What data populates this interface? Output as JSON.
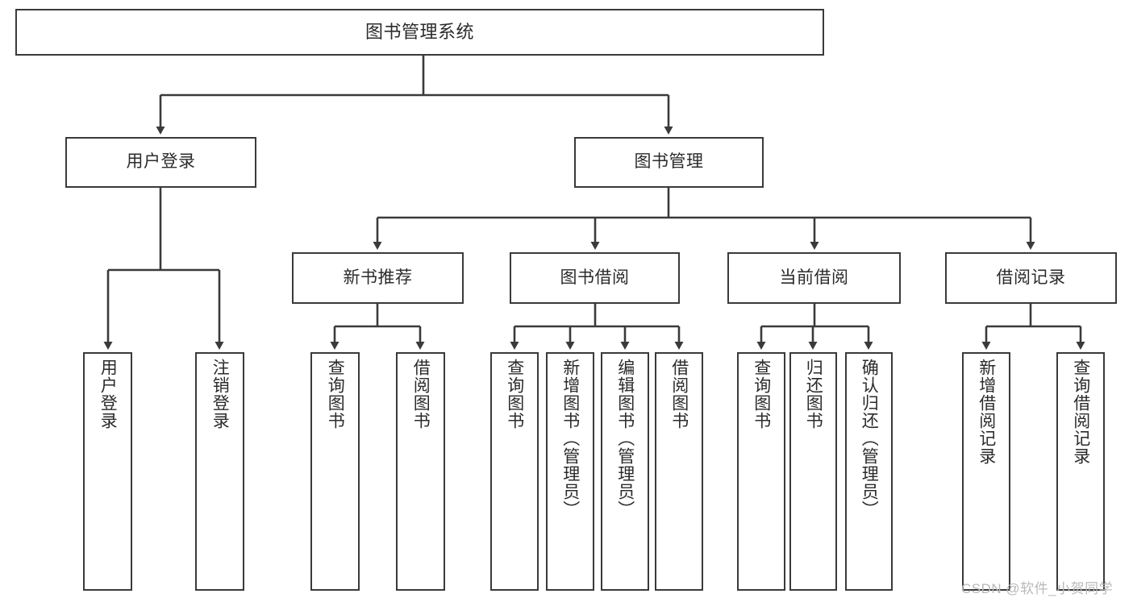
{
  "diagram": {
    "title": "图书管理系统",
    "root": {
      "label": "图书管理系统"
    },
    "level1": [
      {
        "label": "用户登录"
      },
      {
        "label": "图书管理"
      }
    ],
    "level2": [
      {
        "label": "新书推荐"
      },
      {
        "label": "图书借阅"
      },
      {
        "label": "当前借阅"
      },
      {
        "label": "借阅记录"
      }
    ],
    "leaves": [
      {
        "label": "用户登录"
      },
      {
        "label": "注销登录"
      },
      {
        "label": "查询图书"
      },
      {
        "label": "借阅图书"
      },
      {
        "label": "查询图书"
      },
      {
        "label": "新增图书（管理员）"
      },
      {
        "label": "编辑图书（管理员）"
      },
      {
        "label": "借阅图书"
      },
      {
        "label": "查询图书"
      },
      {
        "label": "归还图书"
      },
      {
        "label": "确认归还（管理员）"
      },
      {
        "label": "新增借阅记录"
      },
      {
        "label": "查询借阅记录"
      }
    ]
  },
  "watermark": {
    "text": "CSDN @软件_小贺同学"
  },
  "colors": {
    "stroke": "#3a3a3a",
    "background": "#ffffff",
    "text": "#2b2b2b",
    "watermark": "#b9b9b9"
  }
}
